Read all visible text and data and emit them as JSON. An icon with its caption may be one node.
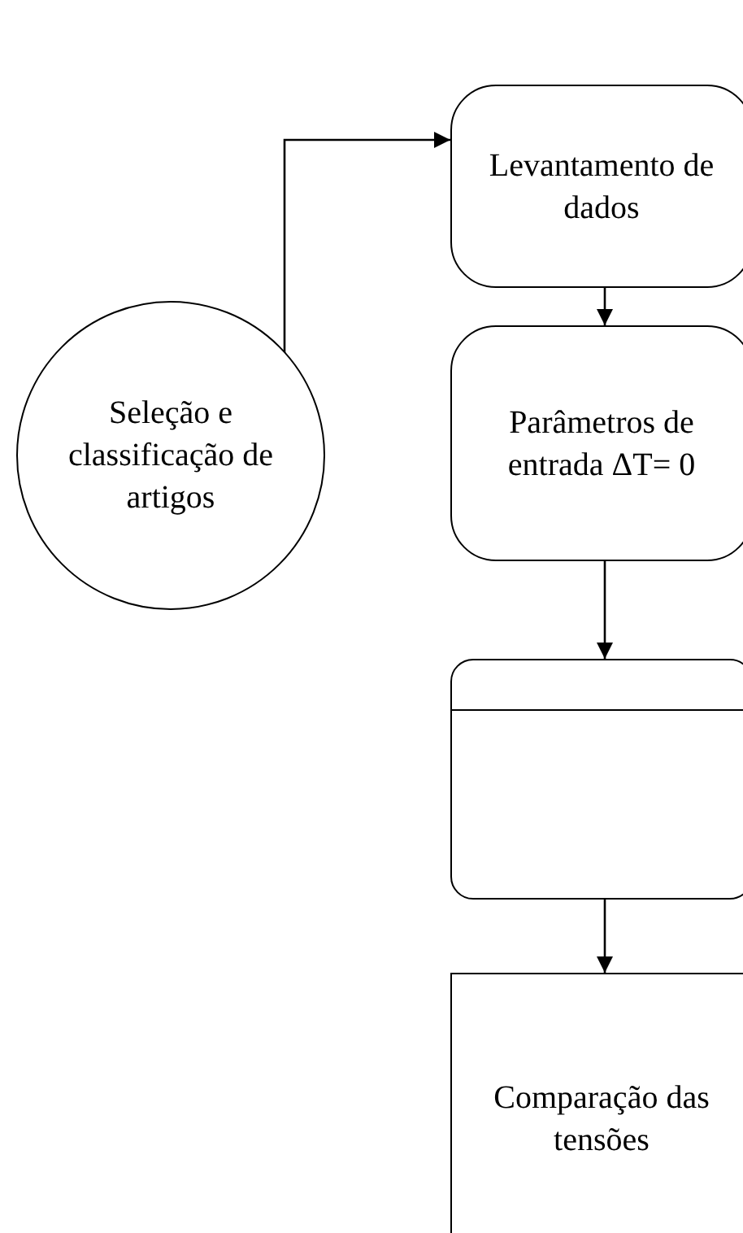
{
  "diagram": {
    "nodes": [
      {
        "text": [
          "Levantamento de dados"
        ]
      },
      {
        "text": [
          "Parâmetros de entrada ΔT= 0"
        ]
      },
      {
        "text": [],
        "shape": "box"
      },
      {
        "text": [
          "Comparação das tensões"
        ]
      },
      {
        "text": [
          "Seleção e classificação de artigos"
        ]
      }
    ],
    "edges": [
      {
        "from": 4,
        "to": 0,
        "arrow": "to"
      },
      {
        "from": 0,
        "to": 1,
        "arrow": "to"
      },
      {
        "from": 1,
        "to": 2,
        "arrow": "to"
      },
      {
        "from": 2,
        "to": 3,
        "arrow": "to"
      }
    ]
  }
}
